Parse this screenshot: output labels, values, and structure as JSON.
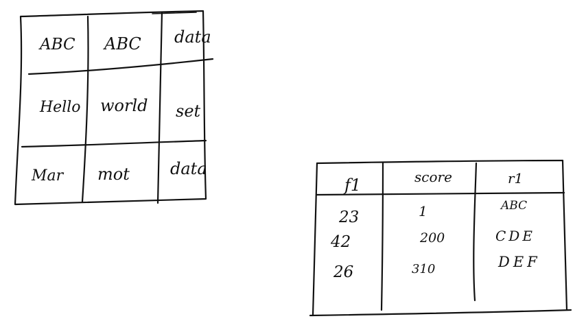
{
  "table_left": {
    "rows": [
      [
        "ABC",
        "ABC",
        "data"
      ],
      [
        "Hello",
        "world",
        "set"
      ],
      [
        "Mar",
        "mot",
        "data"
      ]
    ]
  },
  "table_right": {
    "headers": [
      "f1",
      "score",
      "r1"
    ],
    "rows": [
      [
        "23",
        "1",
        "ABC"
      ],
      [
        "42",
        "200",
        "CDE"
      ],
      [
        "26",
        "310",
        "DEF"
      ]
    ]
  },
  "colors": {
    "ink": "#111111",
    "paper": "#ffffff"
  }
}
